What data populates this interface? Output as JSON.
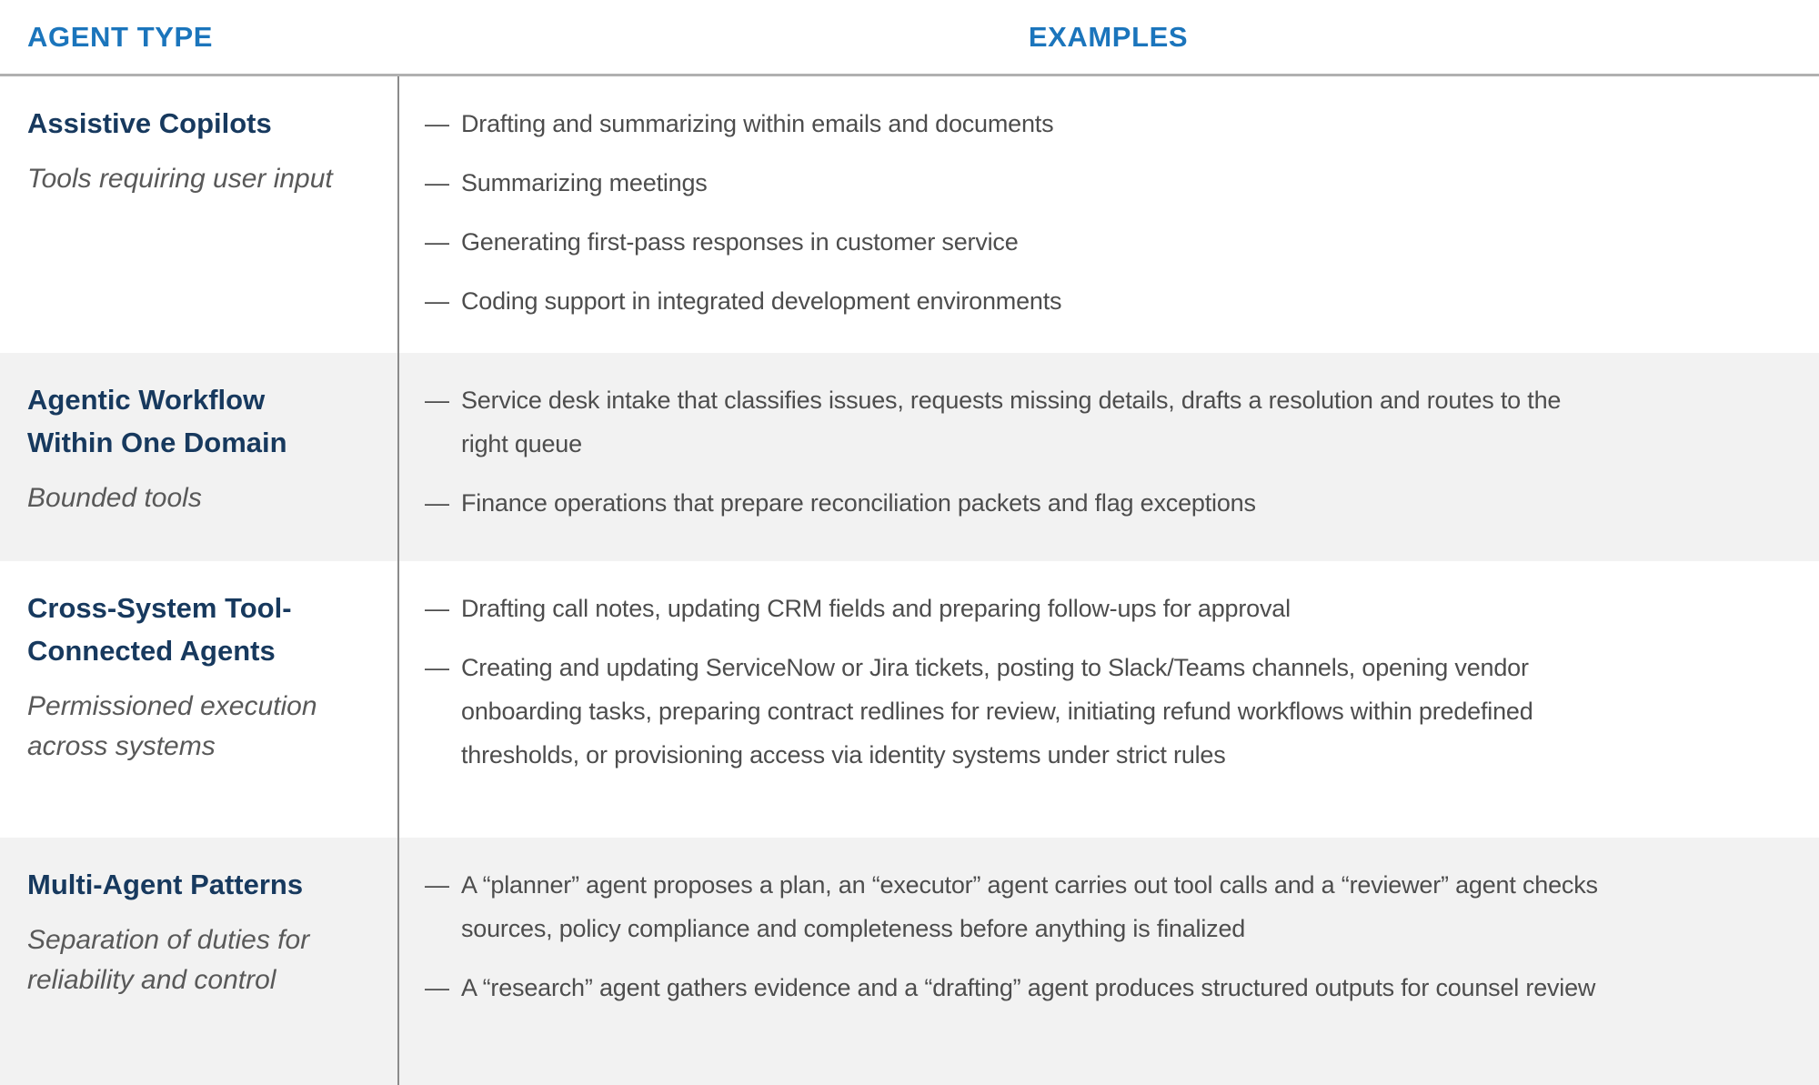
{
  "table": {
    "columns": {
      "agent_type": "AGENT TYPE",
      "examples": "EXAMPLES"
    },
    "bullet_glyph": "—",
    "colors": {
      "header_blue": "#1b75bc",
      "title_navy": "#17395e",
      "subtitle_gray": "#595959",
      "body_gray": "#4d4d4d",
      "alt_row_bg": "#f2f2f2",
      "header_rule": "#b0b0b0",
      "column_rule": "#8b8b8b"
    },
    "rows": [
      {
        "title": "Assistive Copilots",
        "subtitle": "Tools requiring user input",
        "examples": [
          "Drafting and summarizing within emails and documents",
          "Summarizing meetings",
          "Generating first-pass responses in customer service",
          "Coding support in integrated development environments"
        ]
      },
      {
        "title": "Agentic Workflow Within One Domain",
        "subtitle": "Bounded tools",
        "examples": [
          "Service desk intake that classifies issues, requests missing details, drafts a resolution and routes to the right queue",
          "Finance operations that prepare reconciliation packets and flag exceptions"
        ]
      },
      {
        "title": "Cross-System Tool-Connected Agents",
        "subtitle": "Permissioned execution across systems",
        "examples": [
          "Drafting call notes, updating CRM fields and preparing follow-ups for approval",
          "Creating and updating ServiceNow or Jira tickets, posting to Slack/Teams channels, opening vendor onboarding tasks, preparing contract redlines for review, initiating refund workflows within predefined thresholds, or provisioning access via identity systems under strict rules"
        ]
      },
      {
        "title": "Multi-Agent Patterns",
        "subtitle": "Separation of duties for reliability and control",
        "examples": [
          "A “planner” agent proposes a plan, an “executor” agent carries out tool calls and a “reviewer” agent checks sources, policy compliance and completeness before anything is finalized",
          "A “research” agent gathers evidence and a “drafting” agent produces structured outputs for counsel review"
        ]
      }
    ]
  }
}
